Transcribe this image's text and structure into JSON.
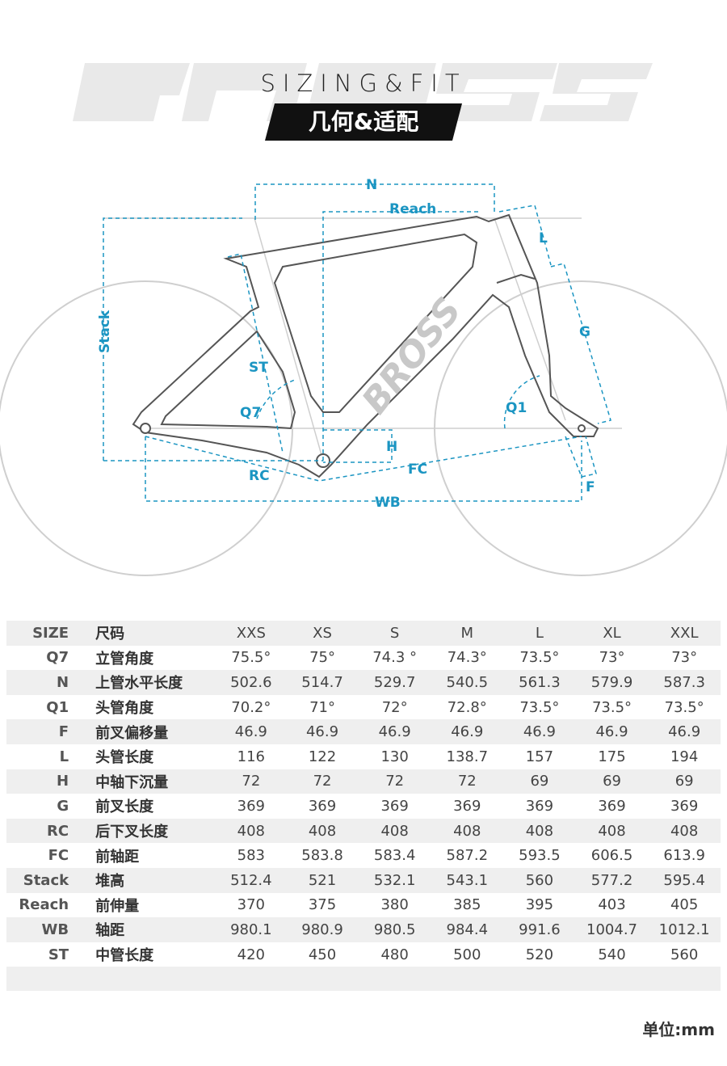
{
  "header": {
    "watermark_brand": "BROSS",
    "title_en": "SIZING&FIT",
    "title_cn": "几何&适配"
  },
  "diagram": {
    "labels": {
      "n": "N",
      "reach": "Reach",
      "l": "L",
      "g": "G",
      "stack": "Stack",
      "st": "ST",
      "q7": "Q7",
      "q1": "Q1",
      "h": "H",
      "rc": "RC",
      "fc": "FC",
      "wb": "WB",
      "f": "F"
    },
    "frame_logo": "BROSS",
    "colors": {
      "dimension": "#1b95c2",
      "frame": "#555555",
      "wheel": "#cccccc"
    }
  },
  "table": {
    "header": {
      "code": "SIZE",
      "name": "尺码",
      "sizes": [
        "XXS",
        "XS",
        "S",
        "M",
        "L",
        "XL",
        "XXL"
      ]
    },
    "rows": [
      {
        "code": "Q7",
        "name": "立管角度",
        "values": [
          "75.5°",
          "75°",
          "74.3 °",
          "74.3°",
          "73.5°",
          "73°",
          "73°"
        ]
      },
      {
        "code": "N",
        "name": "上管水平长度",
        "values": [
          "502.6",
          "514.7",
          "529.7",
          "540.5",
          "561.3",
          "579.9",
          "587.3"
        ]
      },
      {
        "code": "Q1",
        "name": "头管角度",
        "values": [
          "70.2°",
          "71°",
          "72°",
          "72.8°",
          "73.5°",
          "73.5°",
          "73.5°"
        ]
      },
      {
        "code": "F",
        "name": "前叉偏移量",
        "values": [
          "46.9",
          "46.9",
          "46.9",
          "46.9",
          "46.9",
          "46.9",
          "46.9"
        ]
      },
      {
        "code": "L",
        "name": "头管长度",
        "values": [
          "116",
          "122",
          "130",
          "138.7",
          "157",
          "175",
          "194"
        ]
      },
      {
        "code": "H",
        "name": "中轴下沉量",
        "values": [
          "72",
          "72",
          "72",
          "72",
          "69",
          "69",
          "69"
        ]
      },
      {
        "code": "G",
        "name": "前叉长度",
        "values": [
          "369",
          "369",
          "369",
          "369",
          "369",
          "369",
          "369"
        ]
      },
      {
        "code": "RC",
        "name": "后下叉长度",
        "values": [
          "408",
          "408",
          "408",
          "408",
          "408",
          "408",
          "408"
        ]
      },
      {
        "code": "FC",
        "name": "前轴距",
        "values": [
          "583",
          "583.8",
          "583.4",
          "587.2",
          "593.5",
          "606.5",
          "613.9"
        ]
      },
      {
        "code": "Stack",
        "name": "堆高",
        "values": [
          "512.4",
          "521",
          "532.1",
          "543.1",
          "560",
          "577.2",
          "595.4"
        ]
      },
      {
        "code": "Reach",
        "name": "前伸量",
        "values": [
          "370",
          "375",
          "380",
          "385",
          "395",
          "403",
          "405"
        ]
      },
      {
        "code": "WB",
        "name": "轴距",
        "values": [
          "980.1",
          "980.9",
          "980.5",
          "984.4",
          "991.6",
          "1004.7",
          "1012.1"
        ]
      },
      {
        "code": "ST",
        "name": "中管长度",
        "values": [
          "420",
          "450",
          "480",
          "500",
          "520",
          "540",
          "560"
        ]
      }
    ]
  },
  "footer": {
    "unit": "单位:mm"
  }
}
